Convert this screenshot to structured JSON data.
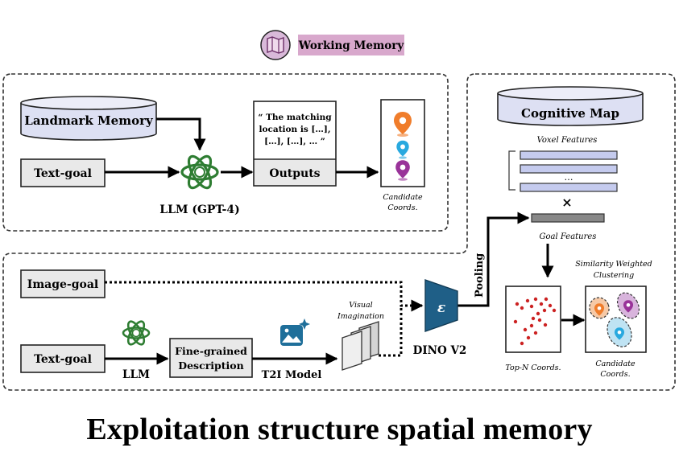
{
  "header": {
    "label": "Working Memory",
    "icon": "map-icon"
  },
  "top_panel": {
    "landmark_memory": "Landmark Memory",
    "text_goal": "Text-goal",
    "llm_label": "LLM (GPT-4)",
    "quote_lines": [
      "“ The matching",
      "location is […],",
      "[…], […], …  ”"
    ],
    "outputs": "Outputs",
    "candidate_lines": [
      "Candidate",
      "Coords."
    ]
  },
  "right_panel": {
    "cognitive_map": "Cognitive Map",
    "voxel_features": "Voxel Features",
    "ellipsis": "…",
    "times": "×",
    "goal_features": "Goal Features",
    "pooling": "Pooling",
    "similarity_lines": [
      "Similarity Weighted",
      "Clustering"
    ],
    "topn": "Top-N Coords.",
    "candidate_lines": [
      "Candidate",
      "Coords."
    ]
  },
  "bottom_panel": {
    "image_goal": "Image-goal",
    "text_goal": "Text-goal",
    "llm": "LLM",
    "fine_lines": [
      "Fine-grained",
      "Description"
    ],
    "t2i": "T2I Model",
    "visual_lines": [
      "Visual",
      "Imagination"
    ],
    "encoder_symbol": "ε",
    "dino": "DINO V2"
  },
  "title": "Exploitation structure spatial memory",
  "colors": {
    "header_bg": "#d8a8cc",
    "cylinder_fill": "#dde0f3",
    "box_fill": "#e9e9e9",
    "encoder": "#1f5f87",
    "pin_orange": "#f07d2b",
    "pin_blue": "#29a9df",
    "pin_purple": "#993399",
    "dots": "#cc2222"
  }
}
